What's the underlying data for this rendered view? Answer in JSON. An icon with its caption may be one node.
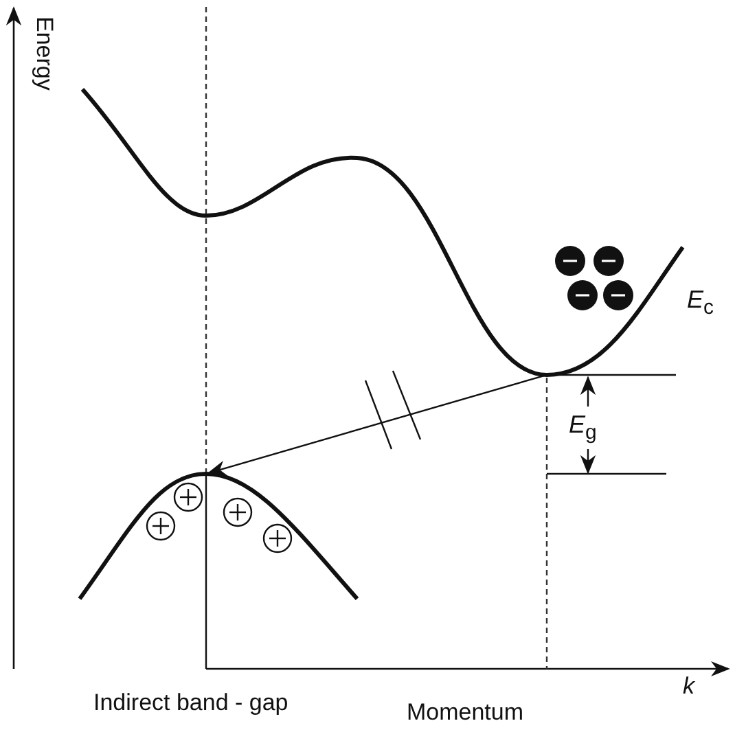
{
  "diagram": {
    "nodes": [
      {
        "text": [],
        "shape": "curve"
      },
      {
        "text": [],
        "shape": "curve"
      }
    ],
    "edges": [
      {
        "from": 0,
        "to": 1,
        "arrow": "to"
      }
    ],
    "labels": [
      "Energy",
      "*E*$_{c}$",
      "*E*$_{g}$",
      "Indirect band - gap",
      "Momentum",
      "k"
    ]
  }
}
